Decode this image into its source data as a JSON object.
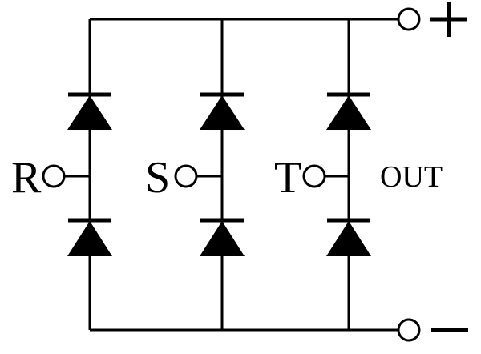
{
  "diagram": {
    "kind": "three-phase-bridge-rectifier-schematic",
    "background_color": "#ffffff",
    "line_color": "#000000"
  },
  "terminals": {
    "inputs": [
      {
        "label": "R"
      },
      {
        "label": "S"
      },
      {
        "label": "T"
      }
    ],
    "output_label": "OUT",
    "positive_label": "+",
    "negative_label": "−"
  },
  "icons": {
    "input_terminal": "circle-terminal-icon",
    "positive_terminal": "plus-icon",
    "negative_terminal": "minus-icon",
    "rectifier_element": "diode-icon"
  }
}
